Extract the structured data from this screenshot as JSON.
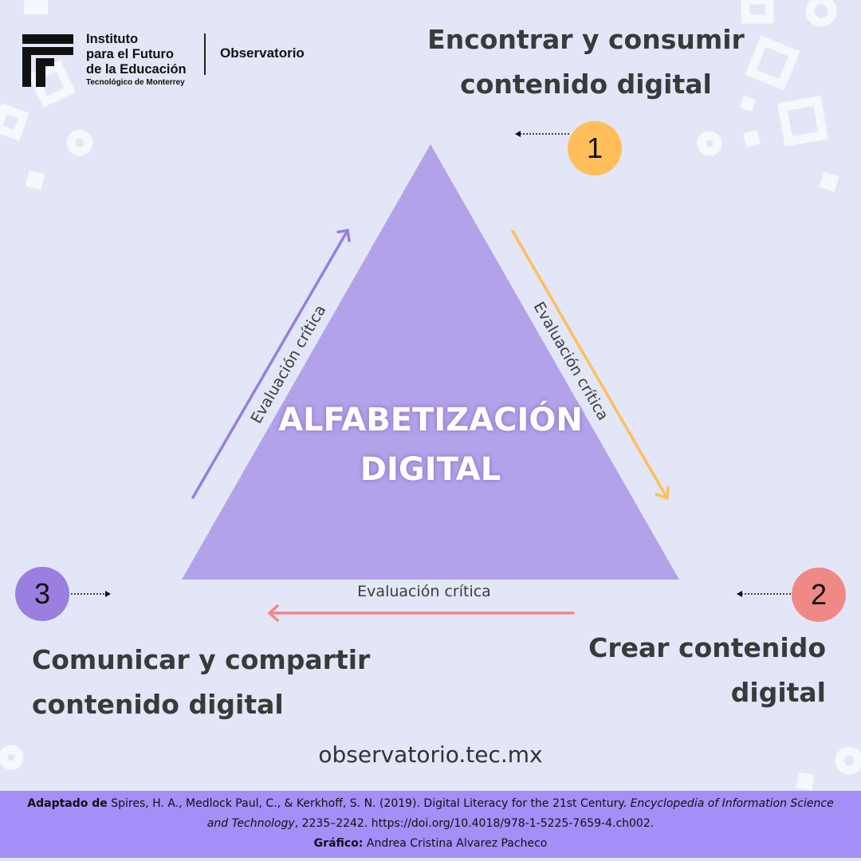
{
  "logo": {
    "line1": "Instituto",
    "line2": "para el Futuro",
    "line3": "de la Educación",
    "line4": "Tecnológico de Monterrey",
    "section": "Observatorio"
  },
  "steps": [
    {
      "number": "1",
      "line1": "Encontrar y consumir",
      "line2": "contenido digital",
      "color": "#ffbe5a"
    },
    {
      "number": "2",
      "line1": "Crear contenido",
      "line2": "digital",
      "color": "#f08888"
    },
    {
      "number": "3",
      "line1": "Comunicar y compartir",
      "line2": "contenido digital",
      "color": "#9a7ee0"
    }
  ],
  "triangle": {
    "line1": "ALFABETIZACIÓN",
    "line2": "DIGITAL",
    "color": "#b3a2ea"
  },
  "edges": {
    "left": "Evaluación crítica",
    "right": "Evaluación crítica",
    "bottom": "Evaluación crítica"
  },
  "colors": {
    "background": "#e2e6f6",
    "arrow_left": "#9a7ee0",
    "arrow_right": "#ffbe5a",
    "arrow_bottom": "#f08888",
    "footer": "#a58ef7"
  },
  "website": "observatorio.tec.mx",
  "footer": {
    "adapted_label": "Adaptado de",
    "citation_part1": " Spires, H. A., Medlock Paul, C., & Kerkhoff, S. N. (2019). Digital Literacy for the 21st Century. ",
    "journal_part1": "Encyclopedia of Information Science",
    "journal_part2": "and Technology",
    "citation_part2": ", 2235–2242. https://doi.org/10.4018/978-1-5225-7659-4.ch002.",
    "graphic_label": "Gráfico:",
    "graphic_author": " Andrea Cristina Alvarez Pacheco"
  }
}
